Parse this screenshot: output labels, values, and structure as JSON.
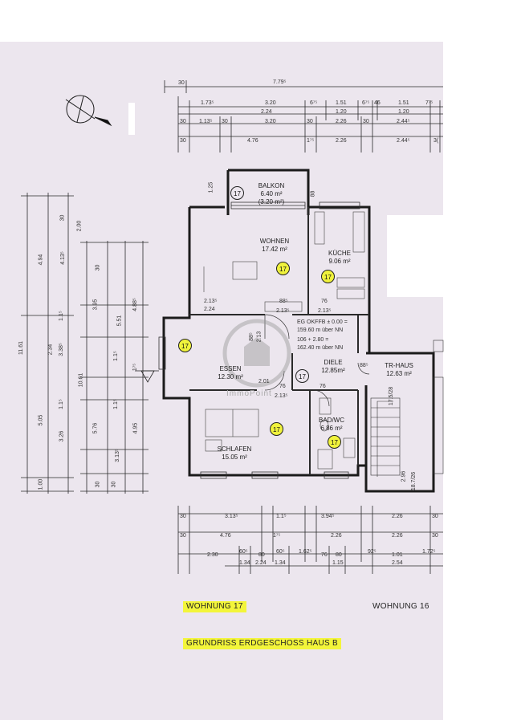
{
  "plan": {
    "labels": {
      "wohnung_17": "WOHNUNG 17",
      "wohnung_16": "WOHNUNG 16",
      "grundriss": "GRUNDRISS ERDGESCHOSS HAUS B",
      "watermark": "ImmoPoint"
    },
    "rooms": {
      "balkon": {
        "name": "BALKON",
        "area": "6.40 m²",
        "area2": "(3.20 m²)"
      },
      "wohnen": {
        "name": "WOHNEN",
        "area": "17.42 m²"
      },
      "kueche": {
        "name": "KÜCHE",
        "area": "9.06 m²"
      },
      "essen": {
        "name": "ESSEN",
        "area": "12.30 m²"
      },
      "diele": {
        "name": "DIELE",
        "area": "12.85m²"
      },
      "schlafen": {
        "name": "SCHLAFEN",
        "area": "15.05 m²"
      },
      "bad": {
        "name": "BAD/WC",
        "area": "6.86 m²"
      },
      "trhaus": {
        "name": "TR-HAUS",
        "area": "12.63 m²"
      }
    },
    "level_note": {
      "line1": "EG OKFFB ± 0.00 =",
      "line2": "159.60 m über NN",
      "line3": "106 + 2.80 =",
      "line4": "162.40 m über NN"
    },
    "marker_number": "17",
    "dims_top": {
      "row0": [
        "30",
        "7.79⁵"
      ],
      "row1": [
        "1.73⁵",
        "3.20",
        "6⁷⁵",
        "1.51",
        "6⁷⁵",
        "46",
        "1.51",
        "7⁷⁵"
      ],
      "row2": [
        "2.24",
        "1.20",
        "1.20"
      ],
      "row3": [
        "30",
        "1.13⁵",
        "30",
        "3.20",
        "30",
        "2.26",
        "30",
        "2.44⁵"
      ],
      "row4": [
        "30",
        "4.76",
        "1⁷⁵",
        "2.26",
        "2.44⁵",
        "3("
      ]
    },
    "dims_bottom": {
      "row1": [
        "30",
        "3.13⁵",
        "1.1⁵",
        "3.94⁵",
        "2.26",
        "30"
      ],
      "row2": [
        "30",
        "4.76",
        "1⁷⁵",
        "2.26",
        "2.26",
        "30"
      ],
      "row3": [
        "2.30",
        "60⁵",
        "80",
        "60⁵",
        "1.62⁵",
        "76",
        "80",
        "92⁵",
        "1.01",
        "1.72⁵"
      ],
      "row4": [
        "1.34",
        "2.24",
        "1.34",
        "1.15",
        "2.54"
      ]
    },
    "dims_left": {
      "outer": [
        "11.61",
        "5.05",
        "4.94",
        "1.00"
      ],
      "col2": [
        "2.34",
        "3.38⁵",
        "1.1⁵",
        "3.26",
        "4.13⁵",
        "2.00",
        "1.1⁵",
        "30"
      ],
      "col3": [
        "10.61",
        "5.76",
        "3.95"
      ],
      "col4": [
        "30",
        "1.1⁵",
        "3.13⁵",
        "30",
        "1.1⁵",
        "30"
      ],
      "col5": [
        "5.51",
        "4.95",
        "4.88⁵",
        "1⁷⁵"
      ]
    },
    "inner_dims": {
      "d1": "2.13⁵",
      "d2": "2.24",
      "d3": "88⁵",
      "d4": "2.13⁵",
      "d5": "76",
      "d6": "2.13⁵",
      "d7": "2.01",
      "d8": "76",
      "d9": "2.13⁵",
      "d10": "88⁵",
      "d11": "1.25",
      "d12": "88",
      "d13": "88⁵",
      "d14": "2.13",
      "d15": "76"
    },
    "stair_dims": {
      "s1": "17.5/28",
      "s2": "2.96",
      "s3": "18.7/26"
    }
  }
}
